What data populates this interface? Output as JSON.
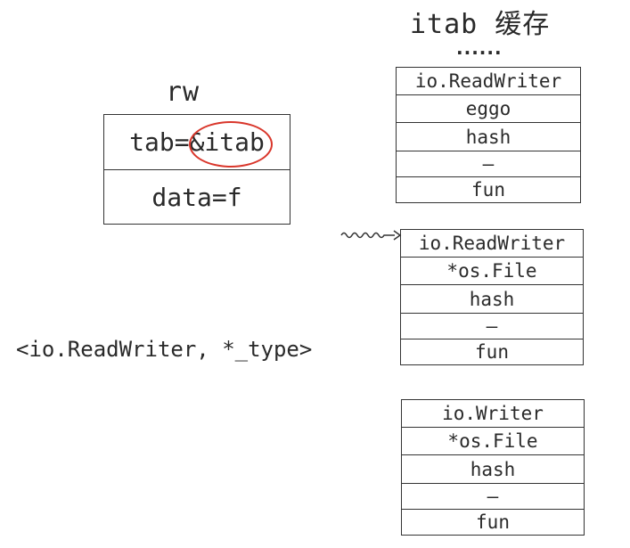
{
  "itab_cache_title": "itab 缓存",
  "ellipsis": "......",
  "rw": {
    "title": "rw",
    "tab_prefix": "tab=",
    "tab_value": "&itab",
    "data": "data=f"
  },
  "tuple_label": "<io.ReadWriter, *_type>",
  "itab_entries": [
    {
      "interface": "io.ReadWriter",
      "type": "eggo",
      "hash": "hash",
      "sep": "—",
      "fun": "fun"
    },
    {
      "interface": "io.ReadWriter",
      "type": "*os.File",
      "hash": "hash",
      "sep": "—",
      "fun": "fun"
    },
    {
      "interface": "io.Writer",
      "type": "*os.File",
      "hash": "hash",
      "sep": "—",
      "fun": "fun"
    }
  ],
  "colors": {
    "highlight_circle": "#d9362b",
    "ink": "#2a2a2a"
  }
}
